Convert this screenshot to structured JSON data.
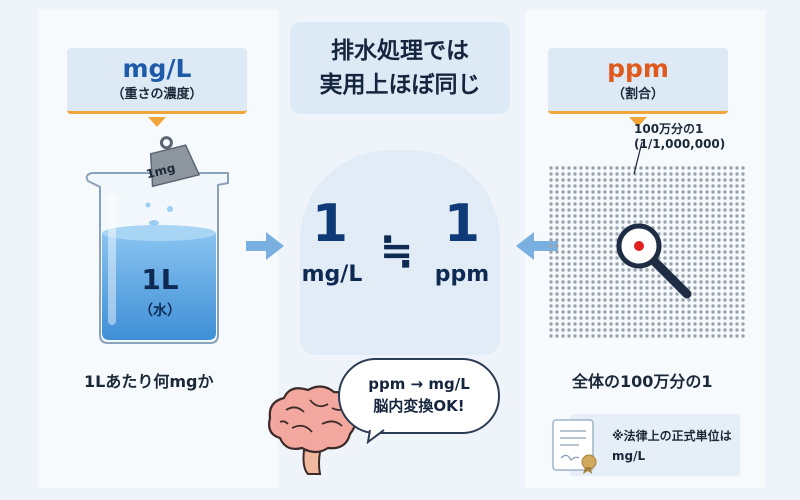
{
  "title": {
    "line1": "排水処理では",
    "line2": "実用上ほぼ同じ"
  },
  "left": {
    "unit": "mg/L",
    "sub": "（重さの濃度）",
    "weight_label": "1mg",
    "beaker_label": "1L",
    "beaker_sub": "（水）",
    "caption": "1Lあたり何mgか"
  },
  "right": {
    "unit": "ppm",
    "sub": "（割合）",
    "dot_label_1": "100万分の1",
    "dot_label_2": "(1/1,000,000)",
    "caption": "全体の100万分の1"
  },
  "center": {
    "left_num": "1",
    "left_unit": "mg/L",
    "approx": "≒",
    "right_num": "1",
    "right_unit": "ppm"
  },
  "bubble": {
    "line1": "ppm → mg/L",
    "line2": "脳内変換OK!"
  },
  "note": {
    "line1": "※法律上の正式単位は",
    "line2": "mg/L"
  },
  "icons": [
    "weight-icon",
    "beaker-icon",
    "arrow-right-icon",
    "arrow-left-icon",
    "magnifier-icon",
    "brain-icon",
    "certificate-icon"
  ],
  "colors": {
    "mgL_accent": "#1e5aa8",
    "ppm_accent": "#e05a1e",
    "header_underline": "#f2a63a",
    "water": "#5aa9e6",
    "magnifier_dot": "#e02020"
  }
}
